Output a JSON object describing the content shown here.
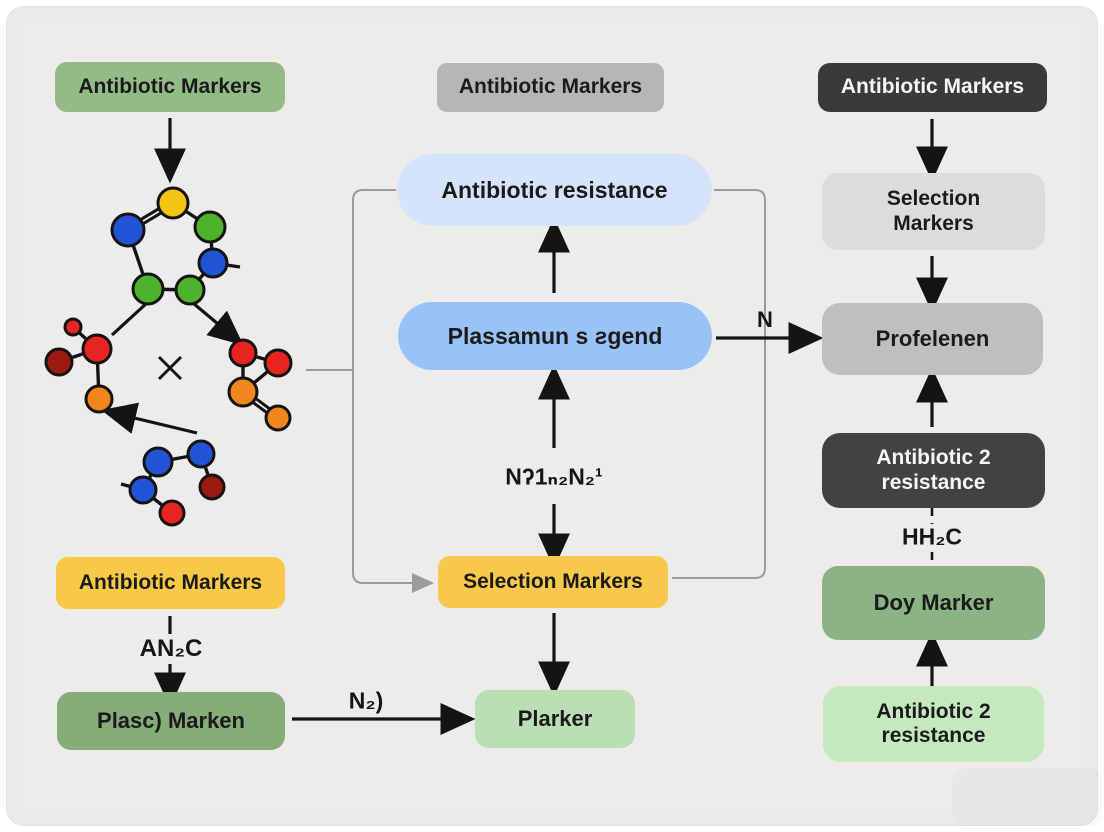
{
  "canvas": {
    "panel_bg": "#edecea",
    "frame_bg": "#ffffff"
  },
  "left_column": {
    "top_box": {
      "label": "Antibiotic Markers",
      "bg": "#93bb87"
    },
    "yellow_box": {
      "label": "Antibiotic Markers",
      "bg": "#f8c847"
    },
    "arrow_label": "AN₂C",
    "bottom_box": {
      "label": "Plasc) Marken",
      "bg": "#85ac79"
    },
    "to_plarker_label": "N₂)"
  },
  "middle_column": {
    "top_box": {
      "label": "Antibiotic Markers",
      "bg": "#b6b6b4"
    },
    "resistance_box": {
      "label": "Antibiotic resistance",
      "bg": "#d5e4fb"
    },
    "plasmid_box": {
      "label": "Plassamun s ƨgend",
      "bg": "#97c3f6"
    },
    "formula_label": "Nʔ1ₙ₂N₂¹",
    "selection_box": {
      "label": "Selection Markers",
      "bg": "#f7c84b"
    },
    "plarker_box": {
      "label": "Plarker",
      "bg": "#bbdfb4"
    },
    "n_arrow_label": "N"
  },
  "right_column": {
    "top_box": {
      "label": "Antibiotic Markers",
      "bg": "#3a3a3c",
      "color": "#f5f5f5"
    },
    "selection_box": {
      "label": "Selection\nMarkers",
      "bg": "#dcdddb"
    },
    "profelenen_box": {
      "label": "Profelenen",
      "bg": "#bfc0be"
    },
    "resistance2_box": {
      "label": "Antibiotic 2\nresistance",
      "bg": "#424243",
      "color": "#f5f5f5"
    },
    "dashed_label": "HH₂C",
    "doy_box": {
      "label": "Doy Marker",
      "bg": "#8cb384"
    },
    "bottom_box": {
      "label": "Antibiotic  2\nresistance",
      "bg": "#c5e8be"
    }
  },
  "molecule": {
    "outline_color": "#141414",
    "nodes": [
      [
        173,
        203,
        15,
        "#f2c512"
      ],
      [
        128,
        230,
        16,
        "#2253d4"
      ],
      [
        210,
        227,
        15,
        "#4db32c"
      ],
      [
        213,
        263,
        14,
        "#2253d4"
      ],
      [
        148,
        289,
        15,
        "#4db32c"
      ],
      [
        190,
        290,
        14,
        "#4db32c"
      ],
      [
        73,
        327,
        8,
        "#e62420"
      ],
      [
        97,
        349,
        14,
        "#e62420"
      ],
      [
        59,
        362,
        13,
        "#9b1b10"
      ],
      [
        99,
        399,
        13,
        "#f1861c"
      ],
      [
        243,
        353,
        13,
        "#e62420"
      ],
      [
        278,
        363,
        13,
        "#e62420"
      ],
      [
        243,
        392,
        14,
        "#f1861c"
      ],
      [
        278,
        418,
        12,
        "#f1861c"
      ],
      [
        158,
        462,
        14,
        "#2253d4"
      ],
      [
        201,
        454,
        13,
        "#2253d4"
      ],
      [
        212,
        487,
        12,
        "#9b1b10"
      ],
      [
        143,
        490,
        13,
        "#2253d4"
      ],
      [
        172,
        513,
        12,
        "#e62420"
      ]
    ],
    "bonds": [
      [
        173,
        203,
        210,
        227
      ],
      [
        210,
        227,
        213,
        263
      ],
      [
        213,
        263,
        240,
        267
      ],
      [
        213,
        263,
        190,
        290
      ],
      [
        148,
        289,
        190,
        290
      ],
      [
        128,
        230,
        148,
        289
      ],
      [
        73,
        327,
        97,
        349
      ],
      [
        59,
        362,
        97,
        349
      ],
      [
        97,
        349,
        99,
        399
      ],
      [
        243,
        353,
        278,
        363
      ],
      [
        243,
        353,
        243,
        392
      ],
      [
        278,
        363,
        243,
        392
      ],
      [
        158,
        462,
        201,
        454
      ],
      [
        201,
        454,
        212,
        487
      ],
      [
        158,
        462,
        143,
        490
      ],
      [
        143,
        490,
        172,
        513
      ],
      [
        143,
        490,
        121,
        484
      ]
    ],
    "double_bonds": [
      [
        173,
        203,
        128,
        230
      ],
      [
        243,
        392,
        278,
        418
      ]
    ],
    "arrows": [
      [
        193,
        303,
        224,
        329,
        true
      ],
      [
        148,
        302,
        112,
        335,
        false
      ],
      [
        197,
        433,
        126,
        416,
        true
      ]
    ],
    "cross": [
      170,
      368
    ]
  }
}
